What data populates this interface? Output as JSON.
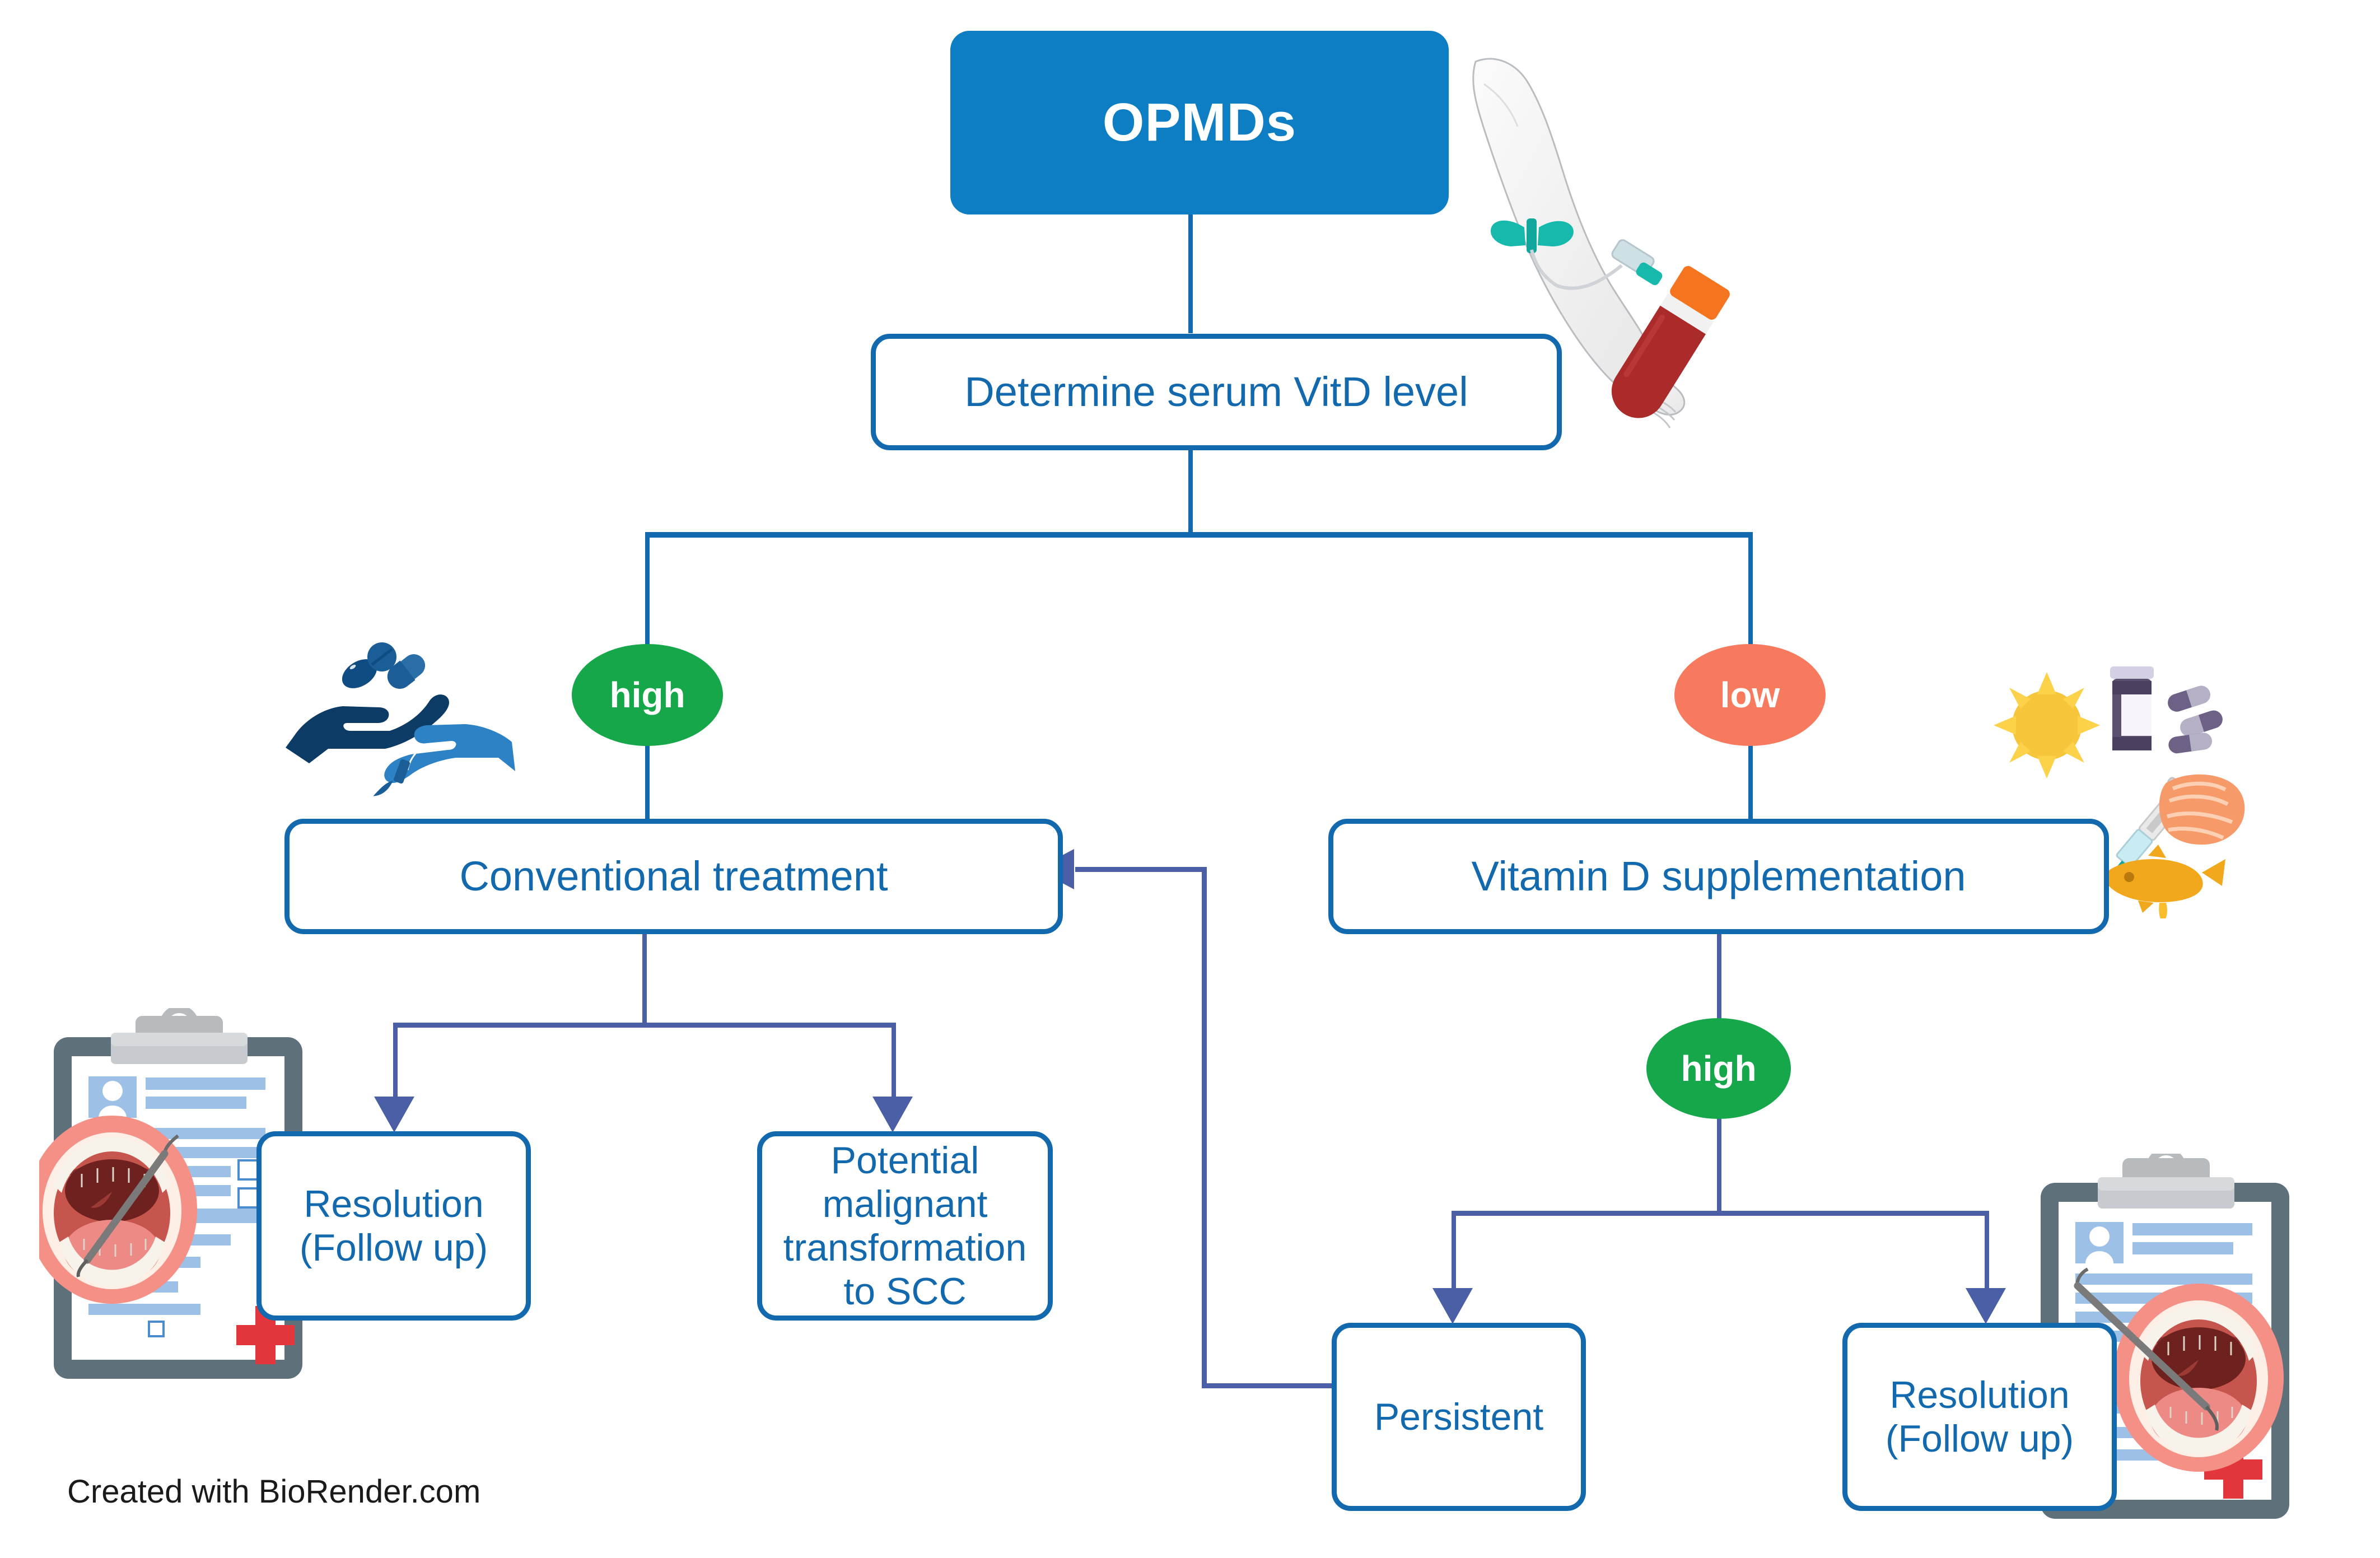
{
  "diagram": {
    "title_node": {
      "label": "OPMDs"
    },
    "decision_node": {
      "label": "Determine serum VitD level"
    },
    "branch_labels": {
      "high": "high",
      "low": "low",
      "high2": "high"
    },
    "treatments": {
      "conventional": "Conventional treatment",
      "supplementation": "Vitamin D supplementation"
    },
    "outcomes": {
      "resolution_left_line1": "Resolution",
      "resolution_left_line2": "(Follow up)",
      "malignant_line1": "Potential",
      "malignant_line2": "malignant",
      "malignant_line3": "transformation",
      "malignant_line4": "to SCC",
      "persistent": "Persistent",
      "resolution_right_line1": "Resolution",
      "resolution_right_line2": "(Follow up)"
    }
  },
  "credit": {
    "text": "Created with BioRender.com"
  },
  "icons": {
    "blood_draw": "blood-draw-arm-icon",
    "pills_hand": "hand-with-pills-and-scalpel-icon",
    "vitamin_sources": "sun-pills-syringe-salmon-fishoil-icon",
    "clipboard_left": "dental-clipboard-open-mouth-icon",
    "clipboard_right": "dental-clipboard-open-mouth-icon"
  },
  "colors": {
    "root_fill": "#0d7dc4",
    "box_border": "#1269ad",
    "box_text": "#1269ad",
    "connector_blue": "#1269ad",
    "connector_purple": "#4a5fa5",
    "high_badge": "#16a74b",
    "low_badge": "#f87a5e",
    "page_background": "#ffffff"
  },
  "chart_data": {
    "type": "flowchart",
    "title": "OPMDs vitamin D management flowchart",
    "nodes": [
      {
        "id": "opmds",
        "label": "OPMDs",
        "shape": "rounded-rect-filled"
      },
      {
        "id": "determine",
        "label": "Determine serum VitD level",
        "shape": "rounded-rect"
      },
      {
        "id": "high1",
        "label": "high",
        "shape": "circle",
        "color": "#16a74b"
      },
      {
        "id": "low1",
        "label": "low",
        "shape": "circle",
        "color": "#f87a5e"
      },
      {
        "id": "conventional",
        "label": "Conventional treatment",
        "shape": "rounded-rect"
      },
      {
        "id": "supplementation",
        "label": "Vitamin D supplementation",
        "shape": "rounded-rect"
      },
      {
        "id": "resolution1",
        "label": "Resolution (Follow up)",
        "shape": "rounded-rect"
      },
      {
        "id": "malignant",
        "label": "Potential malignant transformation to SCC",
        "shape": "rounded-rect"
      },
      {
        "id": "high2",
        "label": "high",
        "shape": "circle",
        "color": "#16a74b"
      },
      {
        "id": "persistent",
        "label": "Persistent",
        "shape": "rounded-rect"
      },
      {
        "id": "resolution2",
        "label": "Resolution (Follow up)",
        "shape": "rounded-rect"
      }
    ],
    "edges": [
      {
        "from": "opmds",
        "to": "determine"
      },
      {
        "from": "determine",
        "to": "high1"
      },
      {
        "from": "determine",
        "to": "low1"
      },
      {
        "from": "high1",
        "to": "conventional"
      },
      {
        "from": "low1",
        "to": "supplementation"
      },
      {
        "from": "conventional",
        "to": "resolution1",
        "arrow": true
      },
      {
        "from": "conventional",
        "to": "malignant",
        "arrow": true
      },
      {
        "from": "supplementation",
        "to": "high2"
      },
      {
        "from": "high2",
        "to": "persistent",
        "arrow": true
      },
      {
        "from": "high2",
        "to": "resolution2",
        "arrow": true
      },
      {
        "from": "persistent",
        "to": "conventional",
        "arrow": true,
        "style": "feedback-loop"
      }
    ]
  }
}
